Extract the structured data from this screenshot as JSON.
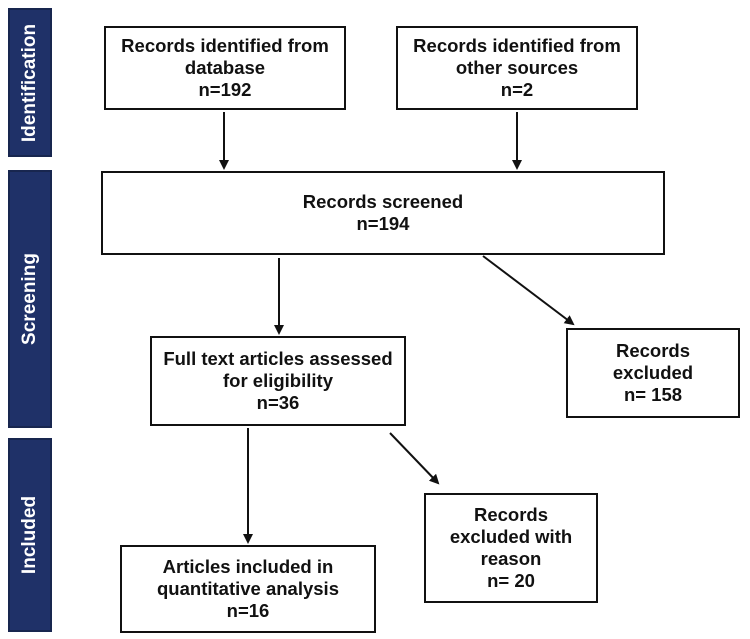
{
  "phases": {
    "identification": "Identification",
    "screening": "Screening",
    "included": "Included"
  },
  "boxes": {
    "database": {
      "line1": "Records identified from",
      "line2": "database",
      "line3": "n=192"
    },
    "other_sources": {
      "line1": "Records identified from",
      "line2": "other sources",
      "line3": "n=2"
    },
    "screened": {
      "line1": "Records screened",
      "line2": "n=194"
    },
    "excluded": {
      "line1": "Records",
      "line2": "excluded",
      "line3": "n= 158"
    },
    "full_text": {
      "line1": "Full text articles assessed",
      "line2": "for eligibility",
      "line3": "n=36"
    },
    "excluded_reason": {
      "line1": "Records",
      "line2": "excluded with",
      "line3": "reason",
      "line4": "n= 20"
    },
    "included": {
      "line1": "Articles included in",
      "line2": "quantitative analysis",
      "line3": "n=16"
    }
  },
  "colors": {
    "phase_fill": "#1f3168",
    "box_border": "#111111",
    "arrow": "#111111"
  }
}
